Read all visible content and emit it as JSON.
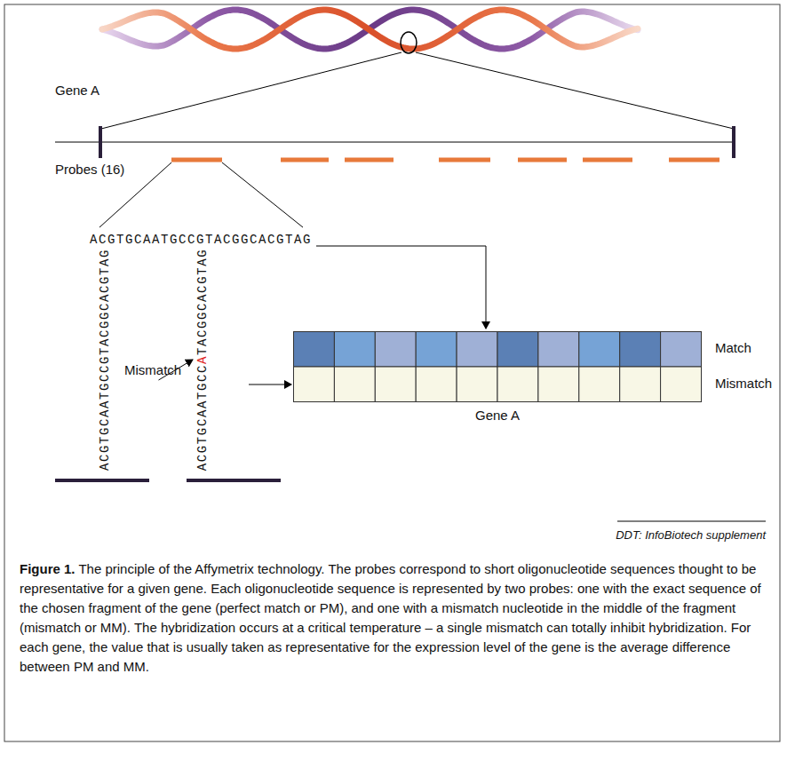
{
  "diagram": {
    "caption": "Figure 1. The principle of the Affymetrix technology. The probes correspond to short oligonucleotide sequences thought to be representative for a given gene. Each oligonucleotide sequence is represented by two probes: one with the exact sequence of the chosen fragment of the gene (perfect match or PM), and one with a mismatch nucleotide in the middle of the fragment (mismatch or MM). The hybridization occurs at a critical temperature – a single mismatch can totally inhibit hybridization. For each gene, the value that is usually taken as representative for the expression level of the gene is the average difference between PM and MM.",
    "nodes": [
      {
        "text": [
          "Match",
          "Mismatch",
          "Gene A"
        ]
      }
    ],
    "labels": [
      "Gene A",
      "Probes (16)",
      "ACGTGCAATGCCGTACGGCACGTAG",
      "ACGTGCAATGCCGTACGGCACGTAG",
      "ACGTGCAATGCCATACGGCACGTAG",
      "Mismatch",
      "DDT: InfoBiotech supplement"
    ]
  }
}
